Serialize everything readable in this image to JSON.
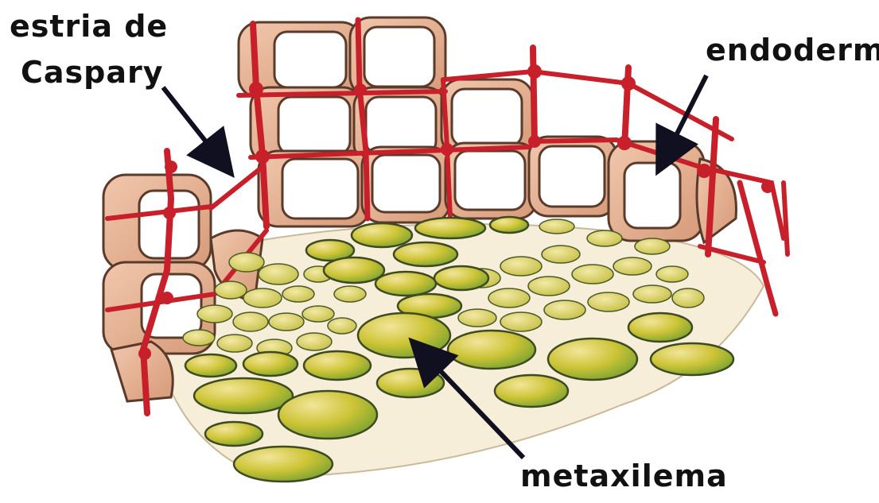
{
  "labels": {
    "casparian_line1": "estria de",
    "casparian_line2": "Caspary",
    "endodermis": "endoderme",
    "metaxylem": "metaxilema"
  },
  "colors": {
    "cell_wall": "#e8b596",
    "cell_wall_dark": "#c98c6c",
    "casparian_strip": "#c8202a",
    "xylem_fill": "#c9c236",
    "xylem_highlight": "#eee08a",
    "xylem_dark": "#6f9a2a",
    "arrow": "#101020"
  }
}
